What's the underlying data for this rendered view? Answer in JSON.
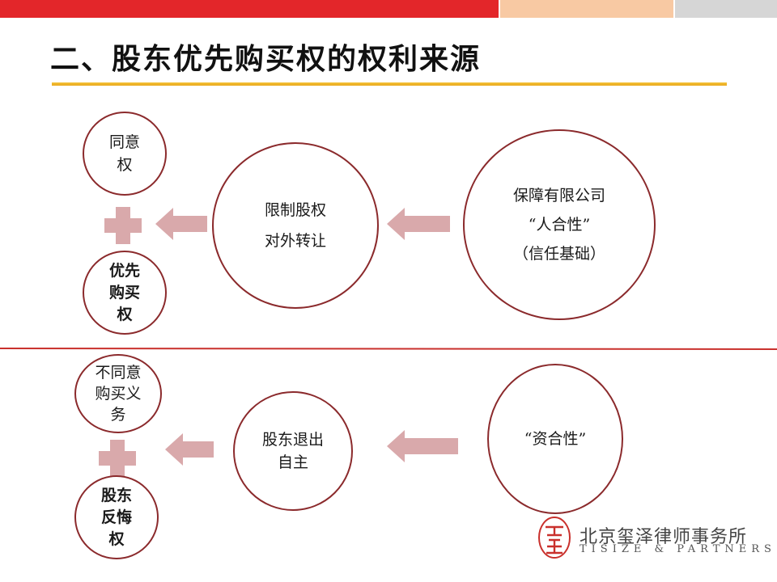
{
  "title": "二、股东优先购买权的权利来源",
  "colors": {
    "bar_red": "#e3262a",
    "bar_peach": "#f8c9a3",
    "bar_gray": "#d6d6d6",
    "title_rule": "#efb52a",
    "circle_border": "#8b2a2c",
    "connector": "#d9a9ab",
    "divider": "#c9302c"
  },
  "section1": {
    "source": [
      "保障有限公司",
      "“人合性”",
      "（信任基础）"
    ],
    "middle": [
      "限制股权",
      "对外转让"
    ],
    "result_top": [
      "同意",
      "权"
    ],
    "result_bottom": [
      "优先",
      "购买",
      "权"
    ]
  },
  "section2": {
    "source": [
      "“资合性”"
    ],
    "middle": [
      "股东退出",
      "自主"
    ],
    "result_top": [
      "不同意",
      "购买义",
      "务"
    ],
    "result_bottom": [
      "股东",
      "反悔",
      "权"
    ]
  },
  "logo": {
    "name": "北京玺泽律师事务所",
    "english": "TISIZE & PARTNERS",
    "seal_text": "玺澤"
  }
}
